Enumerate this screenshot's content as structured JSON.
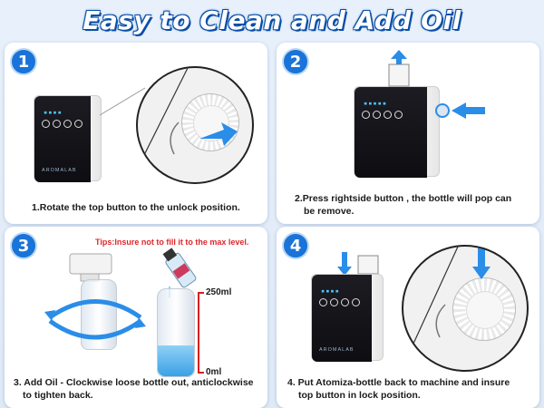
{
  "title": "Easy to Clean and Add Oil",
  "steps": [
    {
      "number": "1",
      "caption": "1.Rotate the top button to the unlock position."
    },
    {
      "number": "2",
      "caption_line1": "2.Press rightside button , the bottle will pop can",
      "caption_line2": "be remove."
    },
    {
      "number": "3",
      "tip": "Tips:Insure not to fill it to the max level.",
      "max_label": "250ml",
      "min_label": "0ml",
      "caption_line1": "3. Add Oil - Clockwise loose bottle out, anticlockwise",
      "caption_line2": "to tighten back."
    },
    {
      "number": "4",
      "caption_line1": "4. Put Atomiza-bottle back to machine and insure",
      "caption_line2": "top button in lock position."
    }
  ],
  "brand": "AROMALAB",
  "colors": {
    "accent": "#1a73d8",
    "arrow": "#2a8de8",
    "tip": "#e0262a"
  }
}
